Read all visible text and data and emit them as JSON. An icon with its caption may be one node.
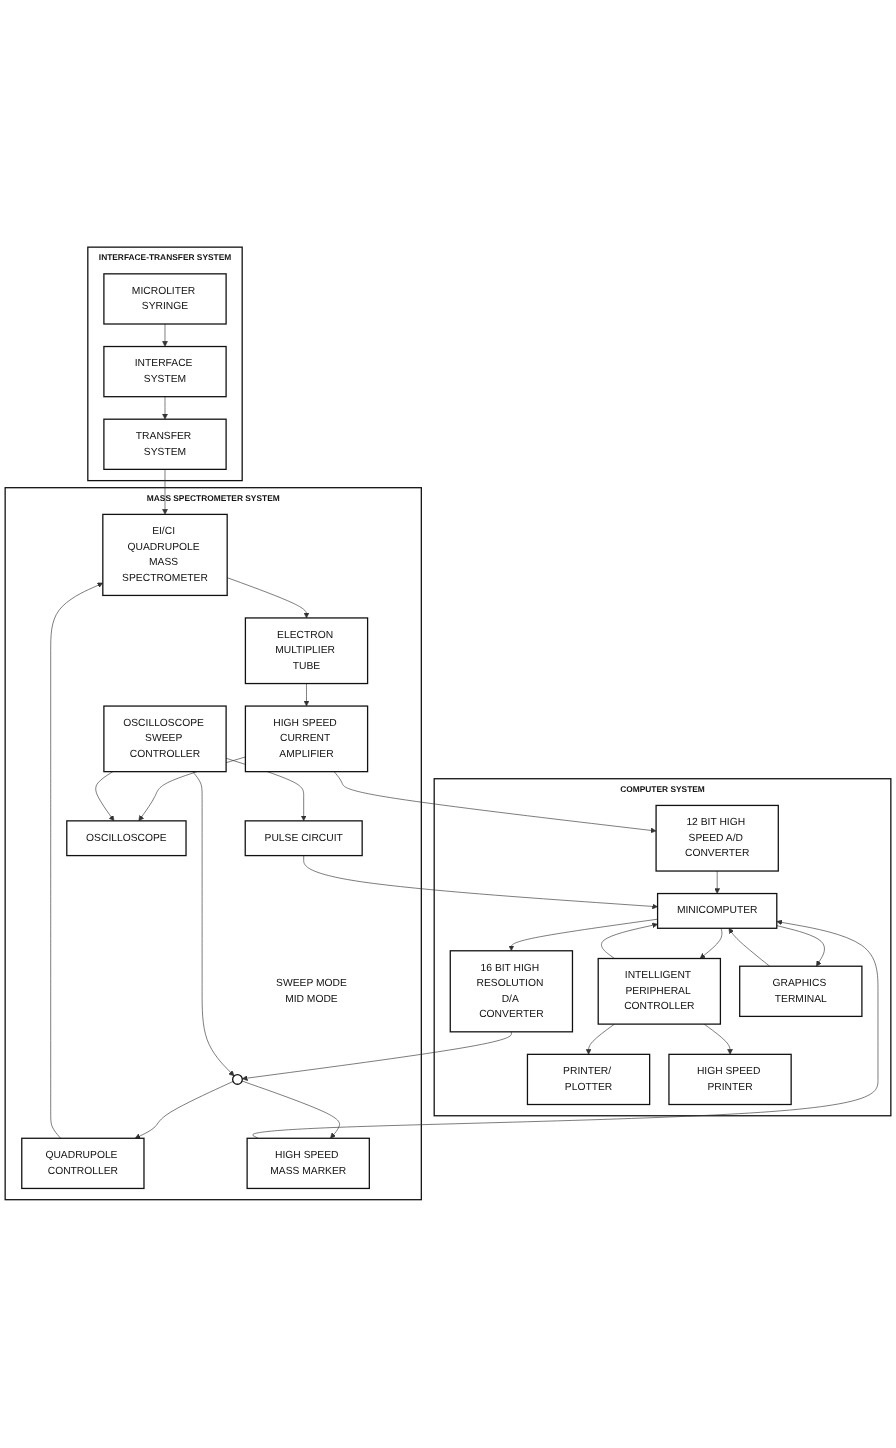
{
  "diagram": {
    "nodes": [
      {
        "text": [
          "INTERFACE-TRANSFER SYSTEM"
        ]
      },
      {
        "text": [
          "MICROLITER SYRINGE"
        ],
        "in": 0
      },
      {
        "text": [
          "INTERFACE SYSTEM"
        ],
        "in": 0
      },
      {
        "text": [
          "TRANSFER SYSTEM"
        ],
        "in": 0
      },
      {
        "text": [
          "MASS SPECTROMETER SYSTEM"
        ]
      },
      {
        "text": [
          "HIGH SPEED CURRENT AMPLIFIER"
        ],
        "in": 4
      },
      {
        "text": [
          "ELECTRON MULTIPLIER TUBE"
        ],
        "in": 4
      },
      {
        "text": [
          "EI/CI QUADRUPOLE MASS SPECTROMETER"
        ],
        "in": 4
      },
      {
        "text": [
          "OSCILLOSCOPE"
        ],
        "in": 4
      },
      {
        "text": [
          "OSCILLOSCOPE SWEEP CONTROLLER"
        ],
        "in": 4
      },
      {
        "text": [
          "QUADRUPOLE CONTROLLER"
        ],
        "in": 4
      },
      {
        "text": [
          "PULSE CIRCUIT"
        ],
        "in": 4
      },
      {
        "text": [
          "HIGH SPEED MASS MARKER"
        ],
        "in": 4
      },
      {
        "text": [],
        "shape": "circle",
        "in": 4,
        "beside": [
          "SWEEP MODE",
          "MID MODE"
        ]
      },
      {
        "text": [
          "COMPUTER SYSTEM"
        ]
      },
      {
        "text": [
          "12 BIT HIGH SPEED A/D CONVERTER"
        ],
        "in": 14
      },
      {
        "text": [
          "16 BIT HIGH RESOLUTION D/A CONVERTER"
        ],
        "in": 14
      },
      {
        "text": [
          "PRINTER/ PLOTTER"
        ],
        "in": 14
      },
      {
        "text": [
          "MINICOMPUTER"
        ],
        "in": 14
      },
      {
        "text": [
          "INTELLIGENT PERIPHERAL CONTROLLER"
        ],
        "in": 14
      },
      {
        "text": [
          "GRAPHICS TERMINAL"
        ],
        "in": 14
      },
      {
        "text": [
          "HIGH SPEED PRINTER"
        ],
        "in": 14
      }
    ],
    "edges": [
      {
        "from": 1,
        "to": 2,
        "arrow": "to"
      },
      {
        "from": 2,
        "to": 3,
        "arrow": "to"
      },
      {
        "from": 3,
        "to": 7,
        "arrow": "to"
      },
      {
        "from": 7,
        "to": 6,
        "arrow": "to"
      },
      {
        "from": 6,
        "to": 5,
        "arrow": "to"
      },
      {
        "from": 5,
        "to": 8,
        "arrow": "to"
      },
      {
        "from": 5,
        "to": 15,
        "arrow": "to"
      },
      {
        "from": 9,
        "to": 8,
        "arrow": "to"
      },
      {
        "from": 9,
        "to": 13,
        "arrow": "to"
      },
      {
        "from": 9,
        "to": 11,
        "arrow": "to"
      },
      {
        "from": 10,
        "to": 7,
        "arrow": "to"
      },
      {
        "from": 13,
        "to": 10,
        "arrow": "to"
      },
      {
        "from": 13,
        "to": 12,
        "arrow": "to"
      },
      {
        "from": 16,
        "to": 13,
        "arrow": "to"
      },
      {
        "from": 11,
        "to": 18,
        "arrow": "to"
      },
      {
        "from": 12,
        "to": 18,
        "arrow": "to"
      },
      {
        "from": 15,
        "to": 18,
        "arrow": "to"
      },
      {
        "from": 18,
        "to": 16,
        "arrow": "to"
      },
      {
        "from": 19,
        "to": 18,
        "arrow": "to"
      },
      {
        "from": 18,
        "to": 19,
        "arrow": "to"
      },
      {
        "from": 19,
        "to": 17,
        "arrow": "to"
      },
      {
        "from": 19,
        "to": 21,
        "arrow": "to"
      },
      {
        "from": 18,
        "to": 20,
        "arrow": "to"
      },
      {
        "from": 20,
        "to": 18,
        "arrow": "to"
      }
    ]
  }
}
